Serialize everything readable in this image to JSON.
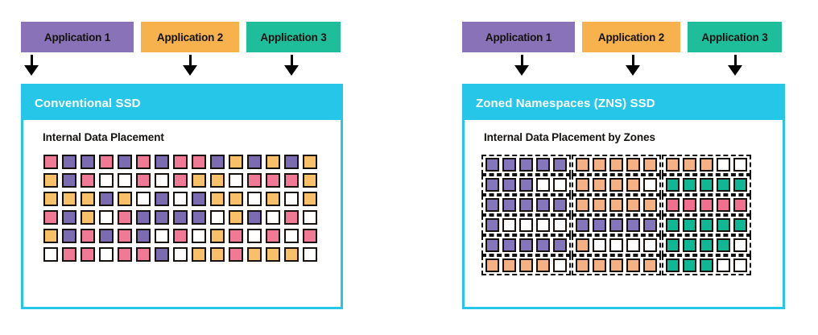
{
  "palette": {
    "app_purple": "#8a72b8",
    "app_orange": "#f7b24e",
    "app_teal": "#1fbe9b",
    "panel_cyan": "#26c6e8",
    "cell_pink": "#f07a96",
    "cell_purple": "#7b6bb0",
    "cell_orange": "#f8c069",
    "cell_white": "#ffffff",
    "zns_purple": "#8376bd",
    "zns_orange": "#f5b183",
    "zns_teal": "#10b795",
    "zns_pink": "#f2708f",
    "zns_white": "#ffffff",
    "cell_border": "#16110d",
    "zone_border": "#111111",
    "arrow": "#000000",
    "text_dark": "#14120f",
    "text_light": "#ffffff"
  },
  "left": {
    "apps": [
      {
        "label": "Application 1",
        "color": "#8a72b8",
        "width": 140
      },
      {
        "label": "Application 2",
        "color": "#f7b24e",
        "width": 122
      },
      {
        "label": "Application 3",
        "color": "#1fbe9b",
        "width": 117
      }
    ],
    "panel_title": "Conventional SSD",
    "panel_subtitle": "Internal Data Placement",
    "grid": {
      "rows": 6,
      "cols": 15,
      "cells": [
        [
          "pink",
          "purple",
          "purple",
          "pink",
          "purple",
          "pink",
          "purple",
          "pink",
          "pink",
          "purple",
          "orange",
          "purple",
          "orange",
          "purple",
          "orange"
        ],
        [
          "orange",
          "purple",
          "pink",
          "white",
          "white",
          "pink",
          "white",
          "pink",
          "orange",
          "orange",
          "white",
          "pink",
          "pink",
          "pink",
          "orange"
        ],
        [
          "orange",
          "orange",
          "orange",
          "purple",
          "orange",
          "white",
          "purple",
          "white",
          "purple",
          "orange",
          "orange",
          "white",
          "orange",
          "white",
          "orange"
        ],
        [
          "pink",
          "purple",
          "orange",
          "white",
          "pink",
          "purple",
          "purple",
          "purple",
          "purple",
          "white",
          "orange",
          "purple",
          "white",
          "pink",
          "white"
        ],
        [
          "orange",
          "purple",
          "pink",
          "purple",
          "pink",
          "purple",
          "white",
          "pink",
          "white",
          "orange",
          "pink",
          "white",
          "pink",
          "white",
          "pink"
        ],
        [
          "white",
          "pink",
          "pink",
          "white",
          "pink",
          "pink",
          "purple",
          "white",
          "orange",
          "orange",
          "pink",
          "orange",
          "orange",
          "orange",
          "white"
        ]
      ]
    }
  },
  "right": {
    "apps": [
      {
        "label": "Application 1",
        "color": "#8a72b8",
        "width": 140
      },
      {
        "label": "Application 2",
        "color": "#f7b24e",
        "width": 122
      },
      {
        "label": "Application 3",
        "color": "#1fbe9b",
        "width": 117
      }
    ],
    "panel_title": "Zoned Namespaces (ZNS) SSD",
    "panel_subtitle": "Internal Data Placement by Zones",
    "grid": {
      "rows": 6,
      "zones": 3,
      "zone_cols": 5,
      "cells": [
        [
          [
            "purple",
            "purple",
            "purple",
            "purple",
            "purple"
          ],
          [
            "orange",
            "orange",
            "orange",
            "orange",
            "orange"
          ],
          [
            "orange",
            "orange",
            "orange",
            "white",
            "white"
          ]
        ],
        [
          [
            "purple",
            "purple",
            "purple",
            "white",
            "white"
          ],
          [
            "orange",
            "orange",
            "orange",
            "orange",
            "white"
          ],
          [
            "teal",
            "teal",
            "teal",
            "teal",
            "teal"
          ]
        ],
        [
          [
            "purple",
            "purple",
            "purple",
            "purple",
            "purple"
          ],
          [
            "orange",
            "orange",
            "orange",
            "orange",
            "orange"
          ],
          [
            "pink",
            "pink",
            "pink",
            "pink",
            "pink"
          ]
        ],
        [
          [
            "purple",
            "white",
            "white",
            "white",
            "white"
          ],
          [
            "purple",
            "purple",
            "purple",
            "purple",
            "purple"
          ],
          [
            "teal",
            "teal",
            "teal",
            "teal",
            "teal"
          ]
        ],
        [
          [
            "purple",
            "purple",
            "purple",
            "purple",
            "purple"
          ],
          [
            "orange",
            "white",
            "white",
            "white",
            "white"
          ],
          [
            "teal",
            "teal",
            "teal",
            "teal",
            "white"
          ]
        ],
        [
          [
            "orange",
            "orange",
            "orange",
            "orange",
            "white"
          ],
          [
            "orange",
            "orange",
            "orange",
            "orange",
            "orange"
          ],
          [
            "teal",
            "teal",
            "teal",
            "white",
            "white"
          ]
        ]
      ]
    }
  },
  "icons": {
    "arrow": "down-arrow-icon"
  }
}
